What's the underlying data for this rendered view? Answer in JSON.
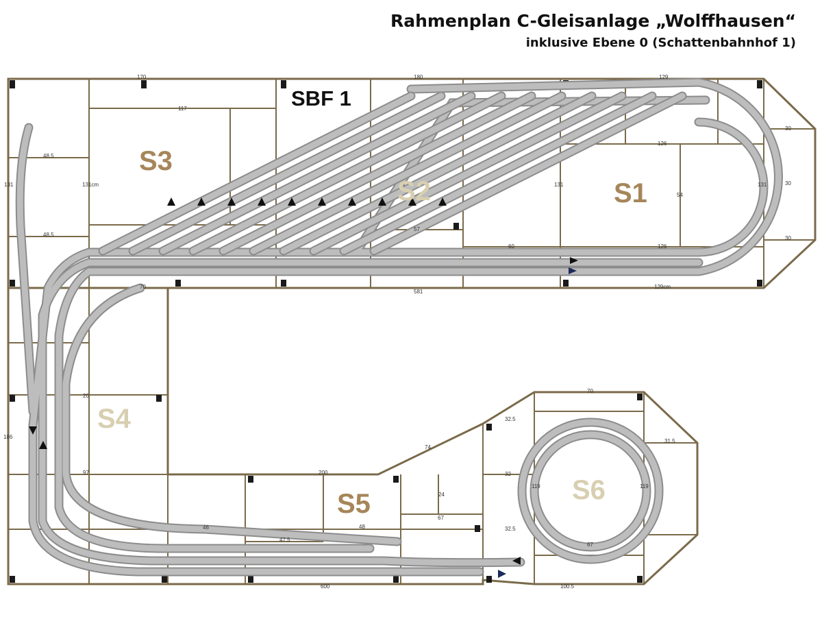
{
  "header": {
    "title": "Rahmenplan C-Gleisanlage „Wolffhausen“",
    "subtitle": "inklusive Ebene 0 (Schattenbahnhof 1)"
  },
  "labels": {
    "sbf": "SBF 1",
    "s1": "S1",
    "s2": "S2",
    "s3": "S3",
    "s4": "S4",
    "s5": "S5",
    "s6": "S6"
  },
  "dimensions": {
    "d170": "170",
    "d180": "180",
    "d129a": "129",
    "d117": "117",
    "d48_5a": "48.5",
    "d48_5b": "48.5",
    "d131a": "131",
    "d131cm": "131cm",
    "d131b": "131",
    "d131c": "131",
    "d126a": "126",
    "d126b": "126",
    "d30a": "30",
    "d30b": "30",
    "d30c": "30",
    "d54": "54",
    "d60": "60",
    "d57": "57",
    "d129cm": "129cm",
    "d581": "581",
    "d70a": "70",
    "d20": "20",
    "d186": "186",
    "d97": "97",
    "d200": "200",
    "d70b": "70",
    "d32_5a": "32.5",
    "d32": "32",
    "d31_5": "31.5",
    "d32_5b": "32.5",
    "d67a": "67",
    "d67b": "67",
    "d46": "46",
    "d47_5": "47.5",
    "d600": "600",
    "d100_5": "100.5",
    "d24": "24",
    "d48": "48",
    "d119a": "119",
    "d119b": "119",
    "d74": "74"
  },
  "colors": {
    "frame": "#7a6a4a",
    "track": "#bdbdbd",
    "track_edge": "#8c8c8c",
    "label_dark": "#a6865a",
    "label_light": "#d8cfb1",
    "post": "#1a1a1a"
  }
}
